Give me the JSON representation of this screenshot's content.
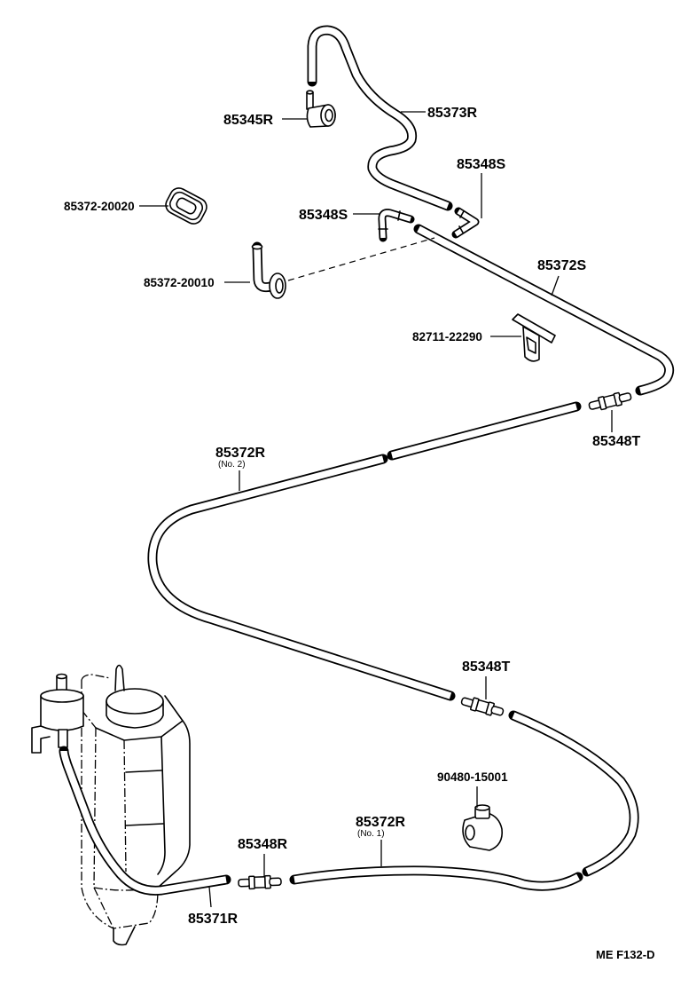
{
  "figure": {
    "code": "ME F132-D"
  },
  "callouts": {
    "check_valve": "85345R",
    "hose_upper": "85373R",
    "elbow_upper": "85348S",
    "grommet_upper": "85372-20020",
    "elbow_middle": "85348S",
    "hose_elbow": "85372-20010",
    "hose_middle": "85372S",
    "clamp": "82711-22290",
    "joint_upper": "85348T",
    "hose_no2": "85372R",
    "hose_no2_note": "(No. 2)",
    "joint_lower": "85348T",
    "grommet_lower": "90480-15001",
    "hose_no1": "85372R",
    "hose_no1_note": "(No. 1)",
    "joint_tank": "85348R",
    "hose_tank": "85371R"
  }
}
